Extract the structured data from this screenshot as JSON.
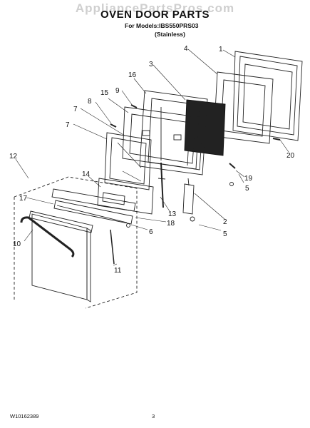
{
  "watermark": "AppliancePartsPros.com",
  "header": {
    "title": "OVEN DOOR PARTS",
    "models": "For Models:IBS550PRS03",
    "finish": "(Stainless)"
  },
  "callouts": [
    "1",
    "2",
    "3",
    "4",
    "5",
    "5",
    "6",
    "7",
    "7",
    "8",
    "9",
    "10",
    "11",
    "12",
    "13",
    "14",
    "15",
    "16",
    "17",
    "18",
    "19",
    "20"
  ],
  "footer": {
    "doc_number": "W10162389",
    "page": "3"
  }
}
